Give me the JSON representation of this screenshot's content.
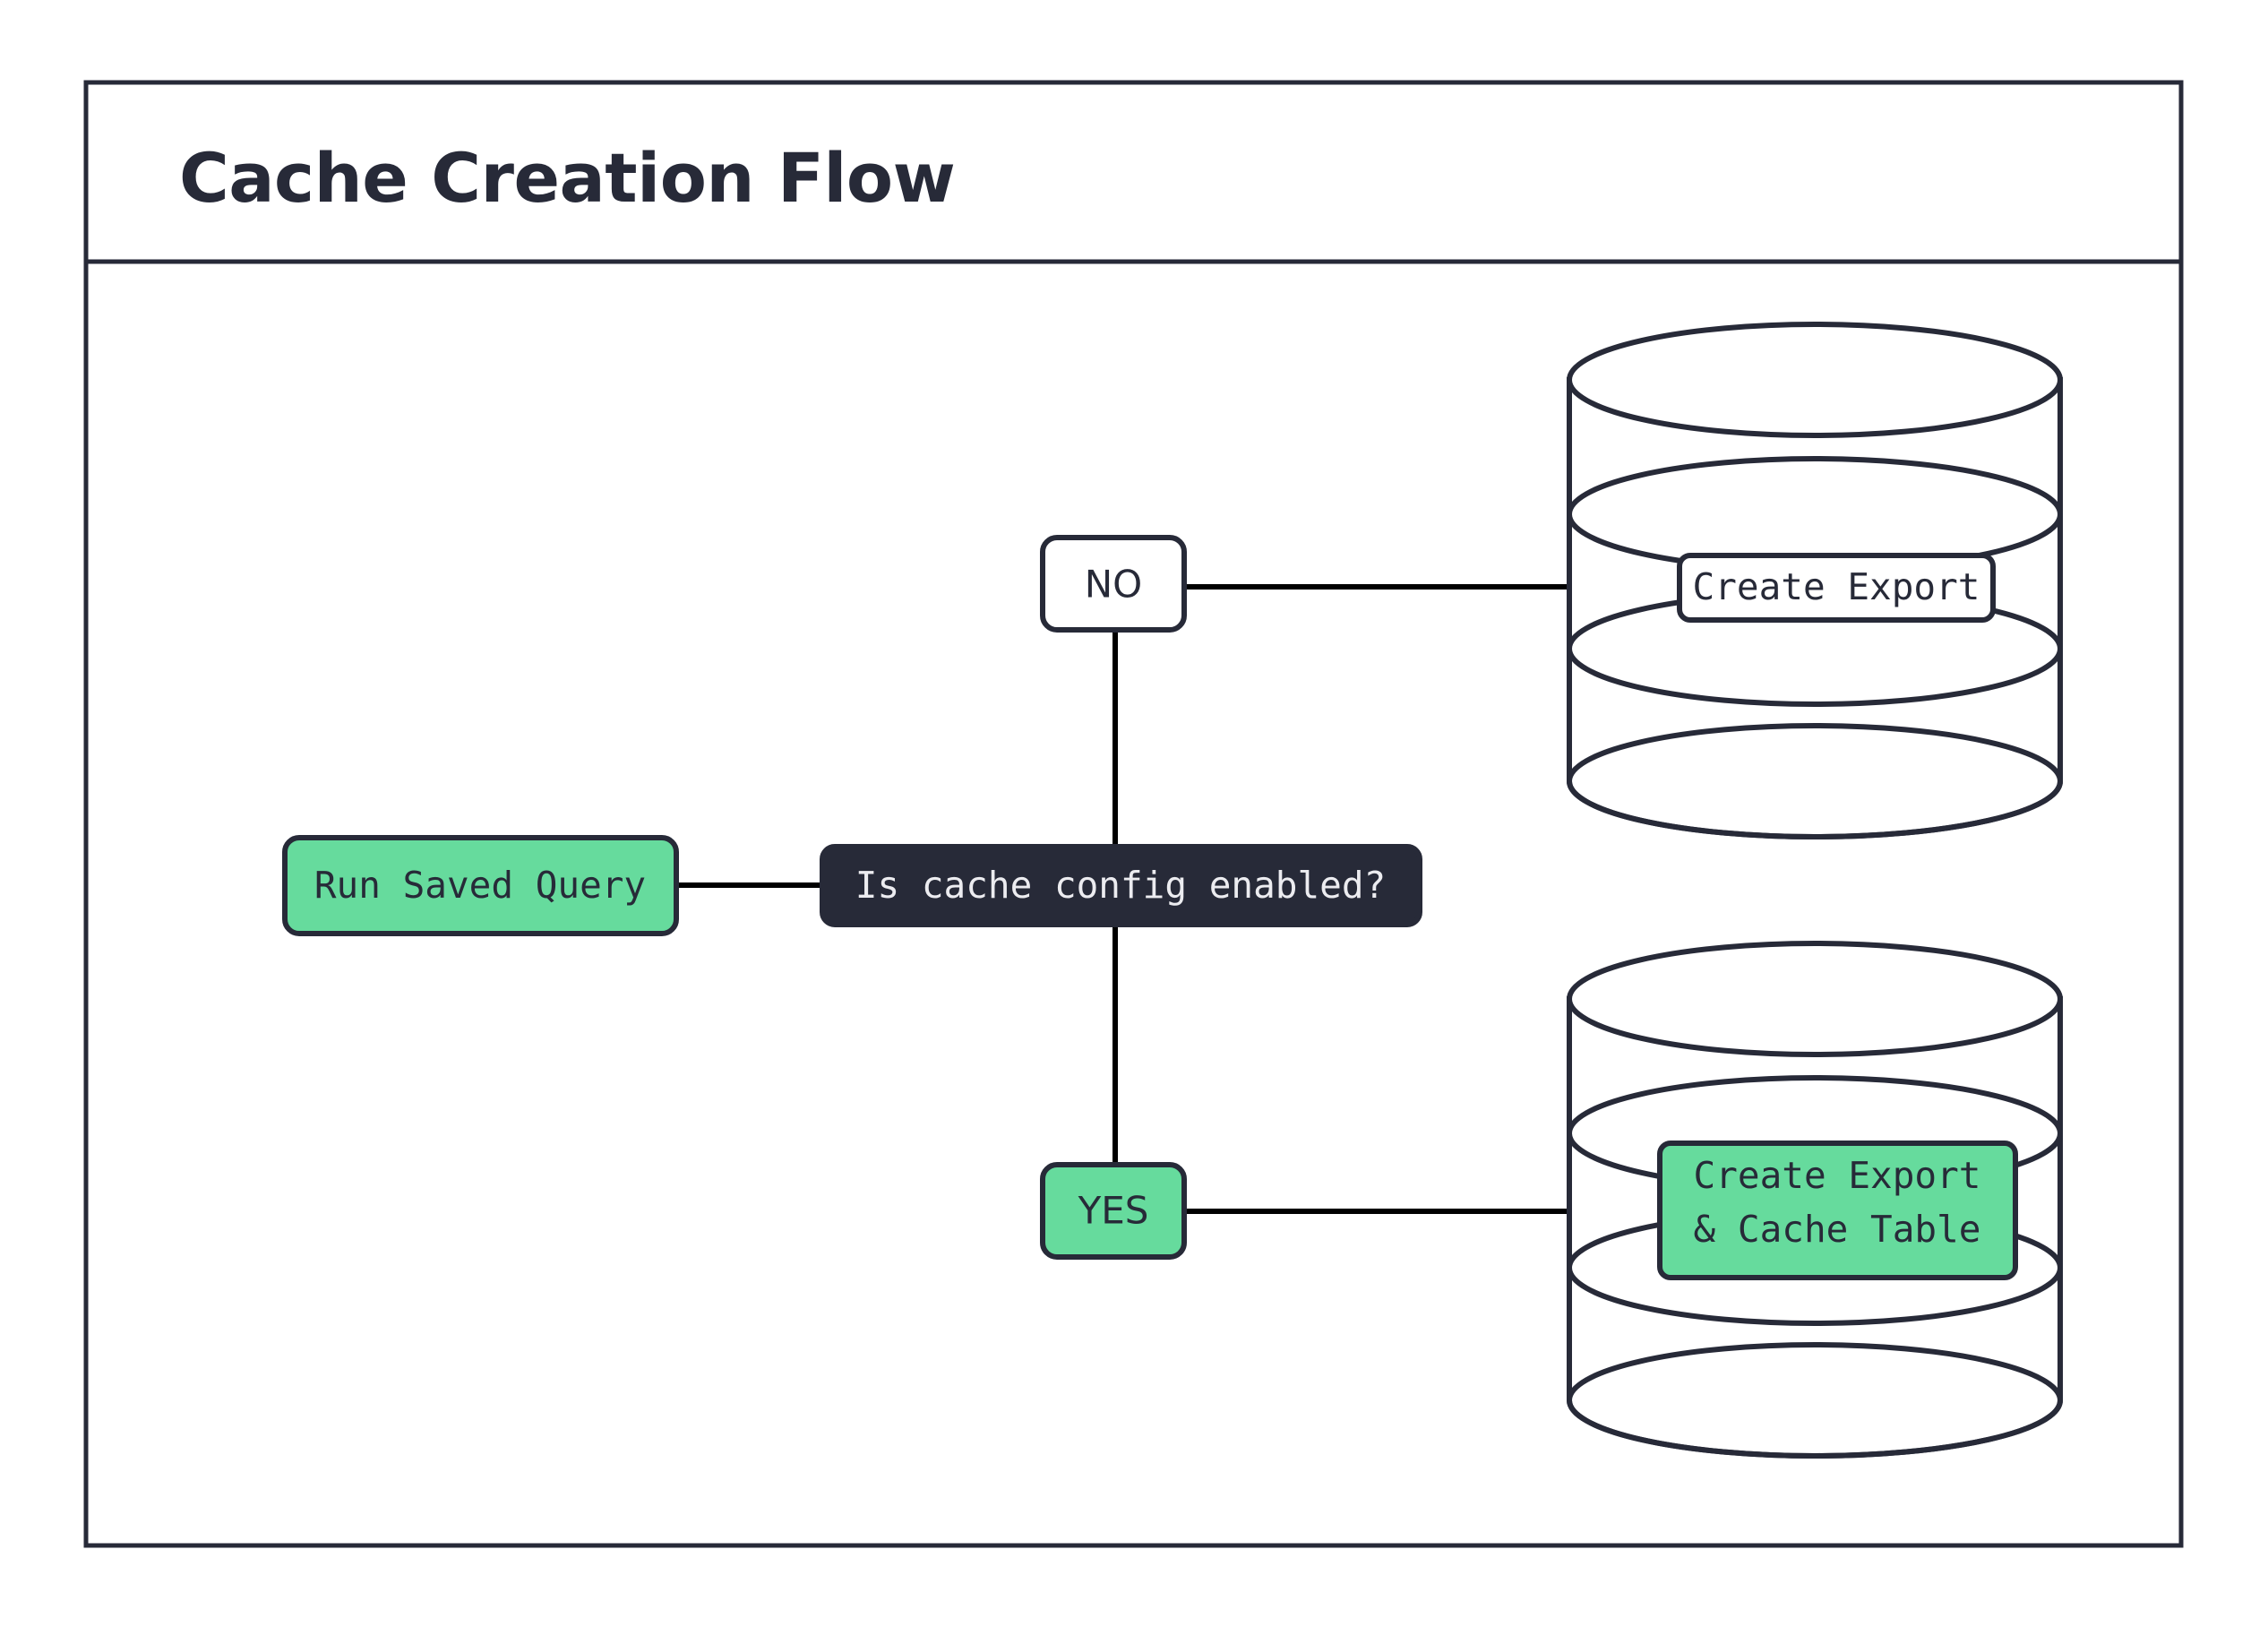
{
  "diagram": {
    "title": "Cache Creation Flow",
    "background_color": "#ffffff",
    "frame_color": "#272A38",
    "accent_green": "#66DB9D",
    "dark_navy": "#272A38",
    "edge_color": "#000000",
    "nodes": {
      "start": {
        "label": "Run Saved Query",
        "fill": "#66DB9D",
        "text_color": "#272A38",
        "shape": "rounded-rect"
      },
      "decision": {
        "label": "Is cache config enabled?",
        "fill": "#272A38",
        "text_color": "#ECECF0",
        "shape": "rounded-rect"
      },
      "branch_no": {
        "label": "NO",
        "fill": "#FFFFFF",
        "text_color": "#272A38",
        "shape": "rounded-rect"
      },
      "branch_yes": {
        "label": "YES",
        "fill": "#66DB9D",
        "text_color": "#272A38",
        "shape": "rounded-rect"
      },
      "db_top": {
        "label": "Create Export",
        "fill": "#FFFFFF",
        "text_color": "#272A38",
        "shape": "cylinder-database"
      },
      "db_bottom": {
        "label_line1": "Create Export",
        "label_line2": "& Cache Table",
        "fill": "#66DB9D",
        "text_color": "#272A38",
        "shape": "cylinder-database"
      }
    },
    "edges": [
      {
        "from": "start",
        "to": "decision",
        "label": ""
      },
      {
        "from": "decision",
        "to": "branch_no",
        "label": ""
      },
      {
        "from": "decision",
        "to": "branch_yes",
        "label": ""
      },
      {
        "from": "branch_no",
        "to": "db_top",
        "label": ""
      },
      {
        "from": "branch_yes",
        "to": "db_bottom",
        "label": ""
      }
    ]
  }
}
